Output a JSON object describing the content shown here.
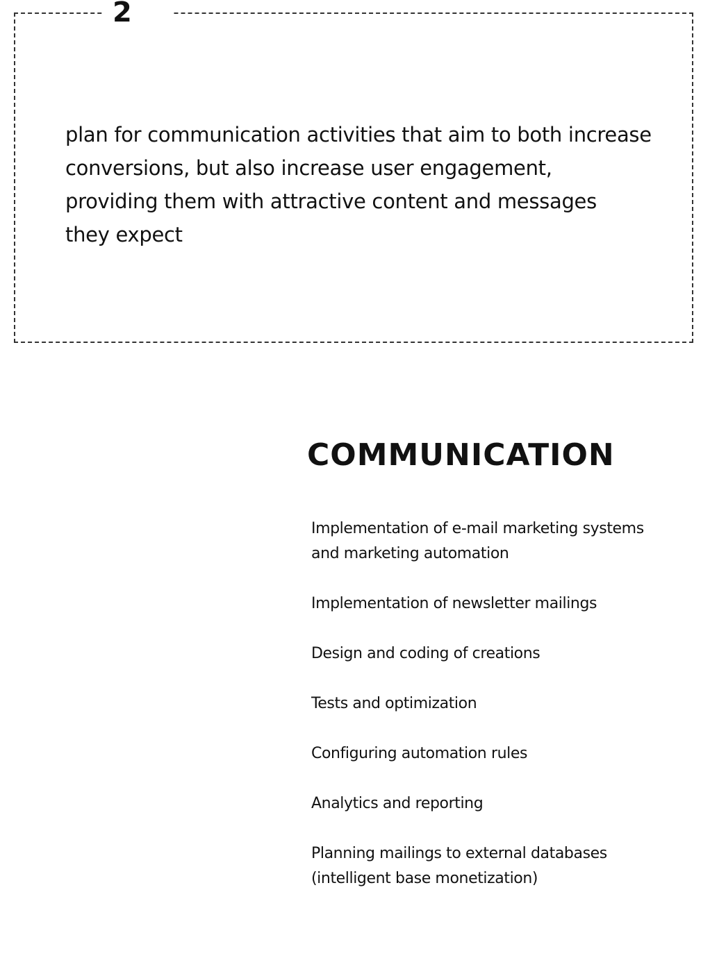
{
  "step": {
    "number": "2"
  },
  "intro": {
    "text": "plan for communication activities that aim to both increase\nconversions, but also increase user engagement,\nproviding them with attractive content and messages\nthey expect"
  },
  "section": {
    "title": "COMMUNICATION",
    "items": [
      "Implementation of e-mail marketing systems\nand marketing automation",
      "Implementation of newsletter mailings",
      "Design and coding of creations",
      "Tests and optimization",
      "Configuring automation rules",
      "Analytics and reporting",
      "Planning mailings to external databases\n(intelligent base monetization)"
    ]
  }
}
